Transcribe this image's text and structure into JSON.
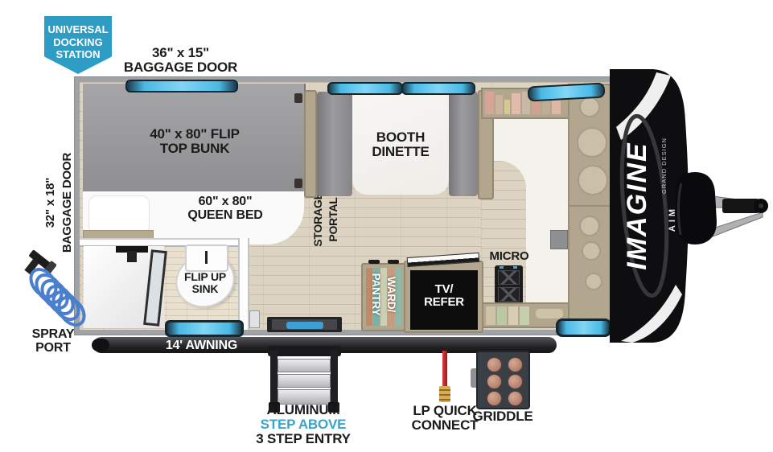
{
  "badge": {
    "lines": [
      "UNIVERSAL",
      "DOCKING",
      "STATION"
    ]
  },
  "labels": {
    "top_baggage": [
      "36\" x 15\"",
      "BAGGAGE DOOR"
    ],
    "left_baggage": [
      "32\" x 18\"",
      "BAGGAGE DOOR"
    ],
    "flip_top_bunk": [
      "40\" x 80\" FLIP",
      "TOP BUNK"
    ],
    "queen_bed": [
      "60\" x 80\"",
      "QUEEN BED"
    ],
    "booth_dinette": [
      "BOOTH",
      "DINETTE"
    ],
    "storage_portal": [
      "STORAGE",
      "PORTAL"
    ],
    "flip_up_sink": [
      "FLIP UP",
      "SINK"
    ],
    "micro": "MICRO",
    "tv_refer": [
      "TV/",
      "REFER"
    ],
    "ward_pantry": [
      "WARD/",
      "PANTRY"
    ],
    "spray_port": [
      "SPRAY",
      "PORT"
    ],
    "awning": "14' AWNING",
    "steps": [
      "ALUMINUM",
      "STEP ABOVE",
      "3 STEP ENTRY"
    ],
    "lp_quick_connect": [
      "LP QUICK",
      "CONNECT"
    ],
    "griddle": "GRIDDLE"
  },
  "branding": {
    "model": "IMAGINE",
    "maker": "GRAND DESIGN",
    "series": "AIM"
  },
  "colors": {
    "badge_blue": "#2E9DC5",
    "accent_blue": "#3BA2CA",
    "window_blue": "#49B9E6",
    "cabinet_tan": "#B2A78E",
    "wall_gray": "#A0A3A6",
    "floor_wood": "#DDD3C2",
    "lp_hose_red": "#C01F1F",
    "front_cap_black": "#0E0E10"
  }
}
